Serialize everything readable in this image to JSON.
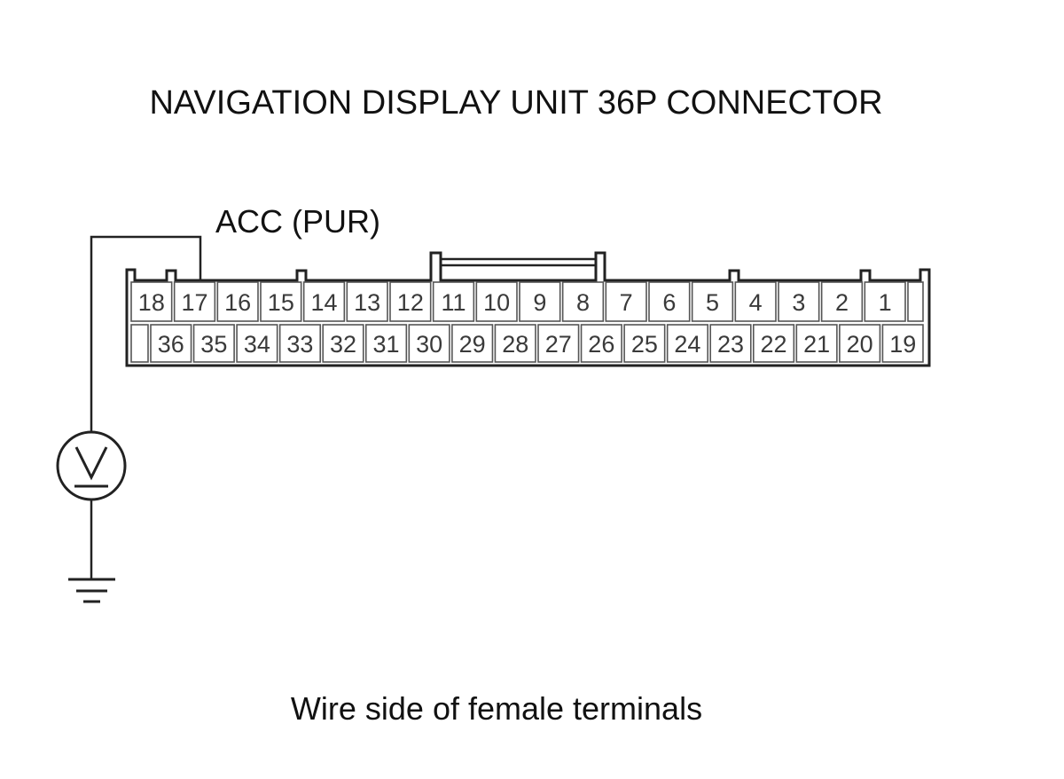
{
  "title": "NAVIGATION DISPLAY UNIT 36P CONNECTOR",
  "wire_label": "ACC (PUR)",
  "caption": "Wire side of female terminals",
  "meter_symbol": "voltmeter-icon",
  "ground_symbol": "ground-icon",
  "connector": {
    "top_row": [
      "18",
      "17",
      "16",
      "15",
      "14",
      "13",
      "12",
      "11",
      "10",
      "9",
      "8",
      "7",
      "6",
      "5",
      "4",
      "3",
      "2",
      "1"
    ],
    "bottom_row": [
      "",
      "36",
      "35",
      "34",
      "33",
      "32",
      "31",
      "30",
      "29",
      "28",
      "27",
      "26",
      "25",
      "24",
      "23",
      "22",
      "21",
      "20",
      "19"
    ]
  },
  "probe_terminal": "17"
}
